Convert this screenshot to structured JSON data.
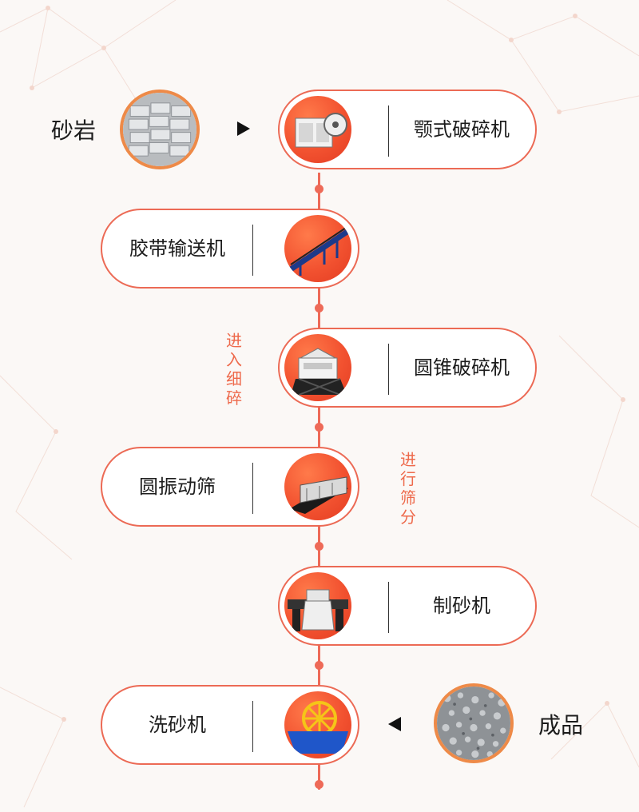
{
  "raw_material": {
    "label": "砂岩",
    "icon": "sandstone-photo"
  },
  "final_product": {
    "label": "成品",
    "icon": "gravel-photo"
  },
  "steps": [
    {
      "label": "颚式破碎机",
      "icon": "jaw-crusher-icon"
    },
    {
      "label": "胶带输送机",
      "icon": "belt-conveyor-icon"
    },
    {
      "label": "圆锥破碎机",
      "icon": "cone-crusher-icon"
    },
    {
      "label": "圆振动筛",
      "icon": "vibrating-screen-icon"
    },
    {
      "label": "制砂机",
      "icon": "sand-maker-icon"
    },
    {
      "label": "洗砂机",
      "icon": "sand-washer-icon"
    }
  ],
  "annotations": {
    "fine_crush": "进入细碎",
    "screening": "进行筛分"
  },
  "colors": {
    "accent": "#ee6a58",
    "circle": "#f25230",
    "photo_border": "#ee8a48"
  }
}
